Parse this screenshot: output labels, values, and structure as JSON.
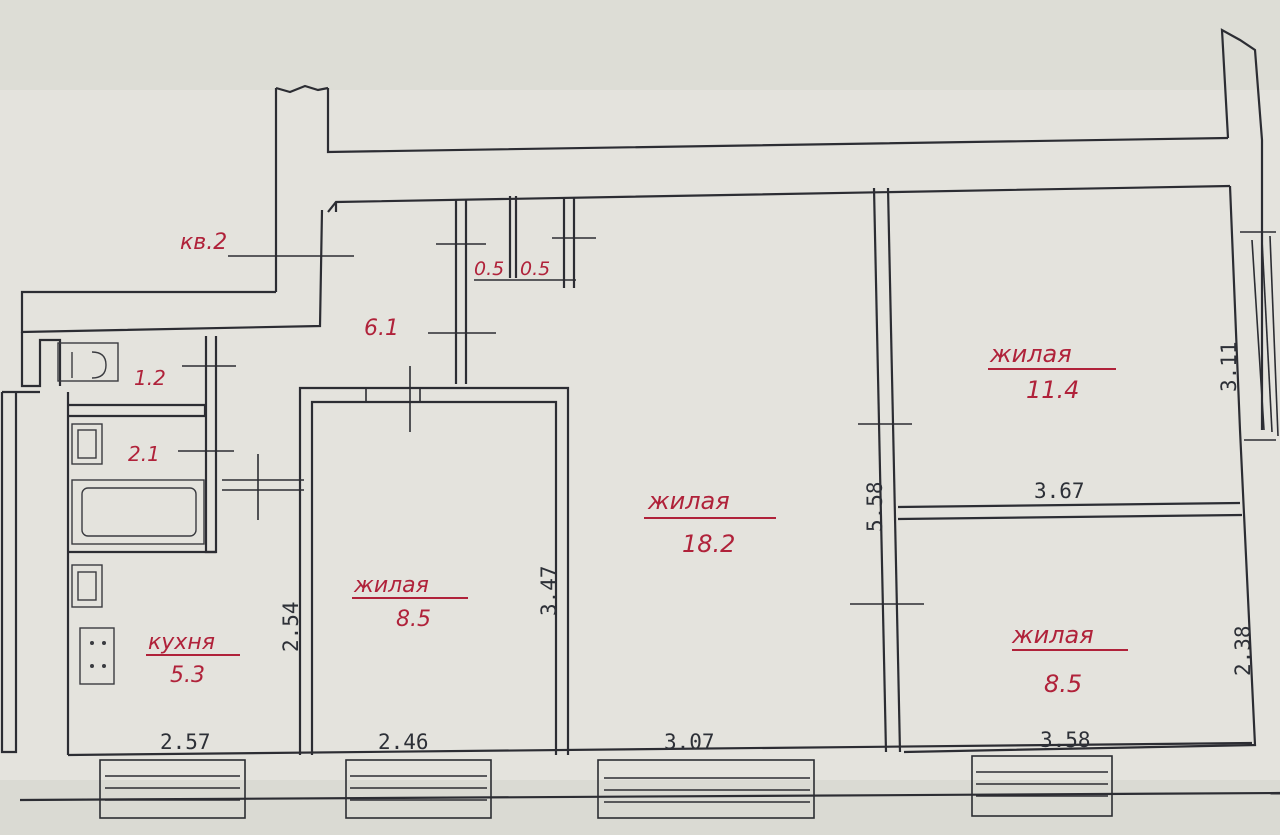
{
  "floor_plan": {
    "corridor_area": "кв.2",
    "hall_area": "6.1",
    "closet_areas": [
      "0.5",
      "0.5"
    ],
    "toilet_area": "1.2",
    "bathroom_area": "2.1",
    "rooms": [
      {
        "id": "kitchen",
        "name": "кухня",
        "area": "5.3"
      },
      {
        "id": "room-left",
        "name": "жилая",
        "area": "8.5"
      },
      {
        "id": "room-center",
        "name": "жилая",
        "area": "18.2"
      },
      {
        "id": "room-top-right",
        "name": "жилая",
        "area": "11.4"
      },
      {
        "id": "room-bottom-right",
        "name": "жилая",
        "area": "8.5"
      }
    ],
    "dimensions": {
      "kitchen_width": "2.57",
      "kitchen_depth": "2.54",
      "room_left_width": "2.46",
      "room_left_depth": "3.47",
      "room_center_width": "3.07",
      "room_center_depth": "5.58",
      "room_top_right_width": "3.67",
      "room_top_right_depth": "3.11",
      "room_bottom_right_width": "3.58",
      "room_bottom_right_depth": "2.38"
    }
  },
  "colors": {
    "paper": "#e4e3dd",
    "ink": "#2c2d33",
    "label_red": "#b0223a"
  }
}
